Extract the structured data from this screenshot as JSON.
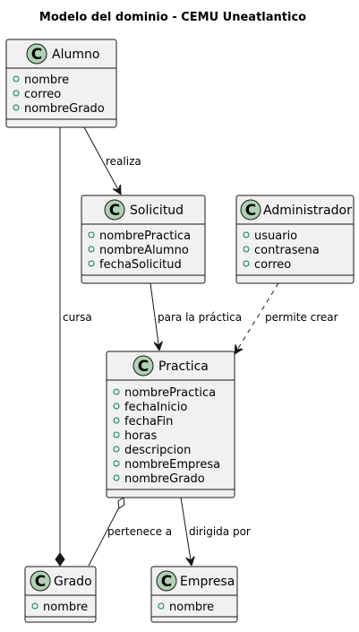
{
  "title": "Modelo del dominio - CEMU Uneatlantico",
  "class_glyph": "C",
  "colors": {
    "box_fill": "#f1f1f1",
    "circle_fill": "#add1b2",
    "line": "#181818",
    "visibility": "#038048"
  },
  "classes": {
    "alumno": {
      "name": "Alumno",
      "attrs": [
        "nombre",
        "correo",
        "nombreGrado"
      ]
    },
    "solicitud": {
      "name": "Solicitud",
      "attrs": [
        "nombrePractica",
        "nombreAlumno",
        "fechaSolicitud"
      ]
    },
    "administrador": {
      "name": "Administrador",
      "attrs": [
        "usuario",
        "contrasena",
        "correo"
      ]
    },
    "practica": {
      "name": "Practica",
      "attrs": [
        "nombrePractica",
        "fechaInicio",
        "fechaFin",
        "horas",
        "descripcion",
        "nombreEmpresa",
        "nombreGrado"
      ]
    },
    "grado": {
      "name": "Grado",
      "attrs": [
        "nombre"
      ]
    },
    "empresa": {
      "name": "Empresa",
      "attrs": [
        "nombre"
      ]
    }
  },
  "edges": {
    "alumno_solicitud": "realiza",
    "alumno_grado": "cursa",
    "solicitud_practica": "para la práctica",
    "administrador_practica": "permite crear",
    "practica_grado": "pertenece a",
    "practica_empresa": "dirigida por"
  }
}
